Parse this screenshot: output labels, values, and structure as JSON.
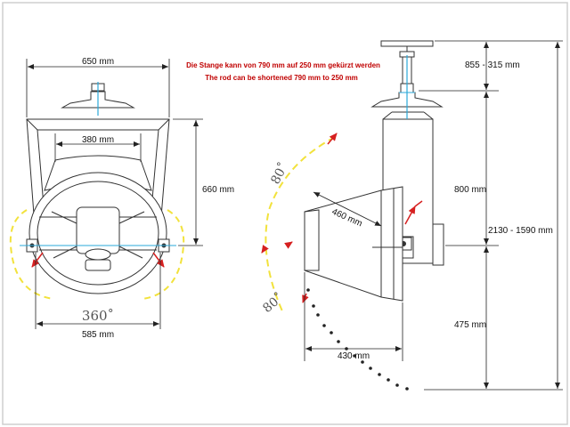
{
  "notes": {
    "german": "Die Stange kann von 790 mm auf 250 mm gekürzt werden",
    "english": "The rod can be shortened 790 mm to 250 mm"
  },
  "front_view": {
    "width_top": "650 mm",
    "inner_width": "380 mm",
    "height": "660 mm",
    "rotation": "360˚",
    "bottom_width": "585 mm"
  },
  "side_view": {
    "rod_length": "855 - 315 mm",
    "housing_height": "800 mm",
    "total_height": "2130 - 1590 mm",
    "diameter": "460 mm",
    "lower_height": "475 mm",
    "depth": "430 mm",
    "tilt_up": "80˚",
    "tilt_down": "80˚"
  },
  "colors": {
    "line": "#333333",
    "dimension": "#222222",
    "swing_arc": "#f2e23c",
    "arrow": "#d62020",
    "axis": "#2aa8d8",
    "note": "#c00000"
  }
}
